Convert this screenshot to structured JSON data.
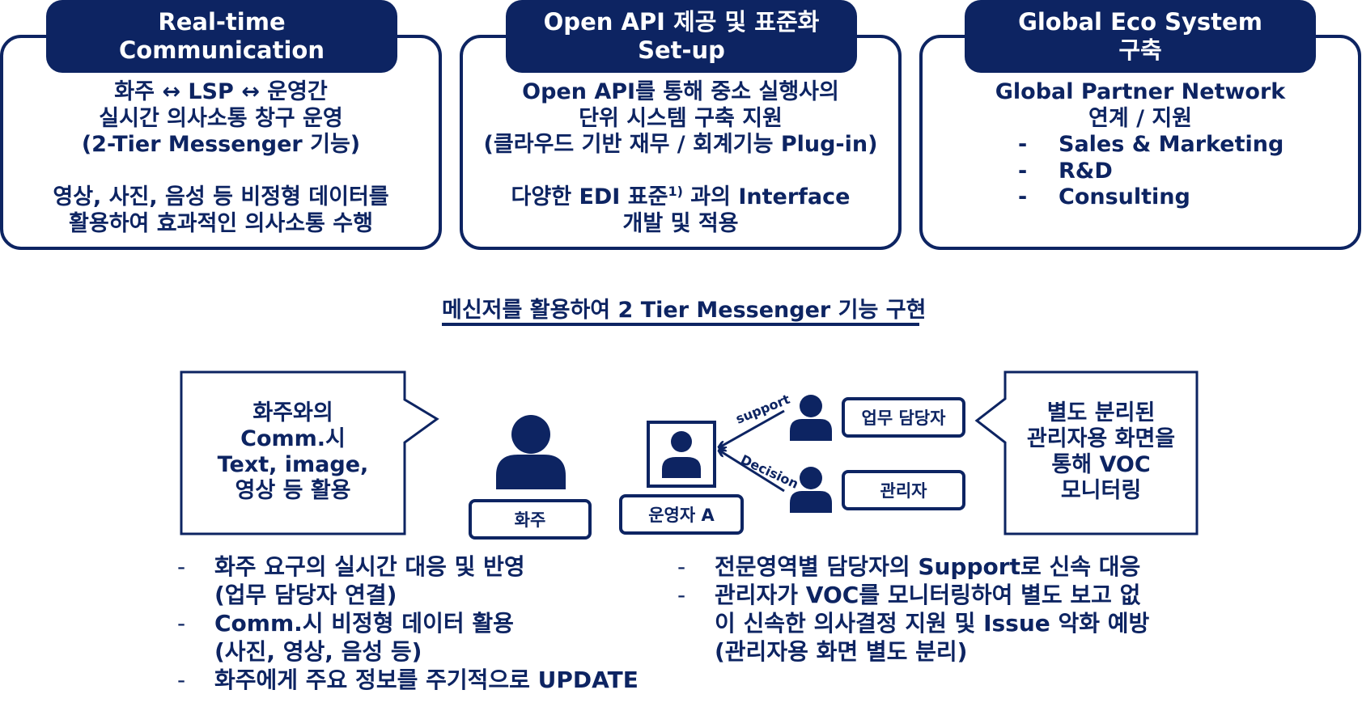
{
  "cards": [
    {
      "title_lines": [
        "Real-time",
        "Communication"
      ],
      "body_lines": [
        "화주 ↔ LSP ↔ 운영간",
        "실시간 의사소통 창구 운영",
        "(2-Tier Messenger 기능)",
        "",
        "영상, 사진, 음성 등 비정형 데이터를",
        "활용하여 효과적인 의사소통 수행"
      ]
    },
    {
      "title_lines": [
        "Open API 제공 및 표준화",
        "Set-up"
      ],
      "body_lines": [
        "Open API를 통해 중소 실행사의",
        "단위 시스템 구축 지원",
        "(클라우드 기반 재무 / 회계기능 Plug-in)",
        ""
      ],
      "body_edi_pre": "다양한 EDI 표준",
      "body_edi_sup": "1)",
      "body_edi_post": " 과의 Interface",
      "body_last": "개발 및 적용"
    },
    {
      "title_lines": [
        "Global Eco System",
        "구축"
      ],
      "body_lines": [
        "Global Partner Network",
        "연계 / 지원"
      ],
      "bullet_dash": "-",
      "bullets": [
        "Sales & Marketing",
        "R&D",
        "Consulting"
      ]
    }
  ],
  "middle_heading": "메신저를 활용하여 2 Tier Messenger 기능 구현",
  "left_callout_lines": [
    "화주와의",
    "Comm.시",
    "Text, image,",
    "영상 등 활용"
  ],
  "right_callout_lines": [
    "별도 분리된",
    "관리자용 화면을",
    "통해 VOC",
    "모니터링"
  ],
  "labels": {
    "shipper": "화주",
    "operator": "운영자 A",
    "staff": "업무 담당자",
    "manager": "관리자",
    "support": "support",
    "decision": "Decision"
  },
  "bottom_left": {
    "dash": "-",
    "items": [
      {
        "first": "화주 요구의 실시간 대응 및 반영",
        "cont": "(업무 담당자 연결)"
      },
      {
        "first": "Comm.시 비정형 데이터 활용",
        "cont": "(사진, 영상, 음성 등)"
      },
      {
        "first": "화주에게 주요 정보를 주기적으로 UPDATE",
        "cont": ""
      }
    ]
  },
  "bottom_right": {
    "dash": "-",
    "items": [
      {
        "first": "전문영역별 담당자의 Support로 신속 대응",
        "cont": ""
      },
      {
        "first": "관리자가 VOC를 모니터링하여 별도 보고 없",
        "cont": "이 신속한 의사결정 지원 및 Issue 악화 예방"
      },
      {
        "first": "",
        "cont": "(관리자용 화면 별도 분리)"
      }
    ]
  },
  "colors": {
    "navy": "#0d2462",
    "white": "#ffffff"
  }
}
